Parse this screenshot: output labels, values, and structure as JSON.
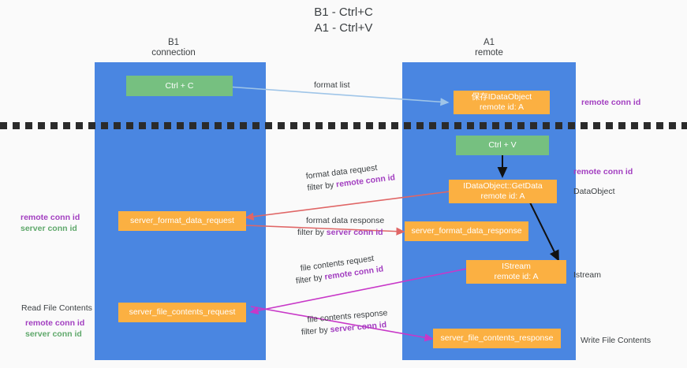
{
  "title": "B1 - Ctrl+C\nA1 - Ctrl+V",
  "colors": {
    "lane": "#4a86e1",
    "green_box": "#76c080",
    "orange_box": "#fbb042",
    "remote_conn_id": "#a23ec0",
    "server_conn_id": "#5fa86b",
    "divider": "#2b2b2b",
    "arrow_format_list": "#9fc5e8",
    "arrow_format_data": "#e06666",
    "arrow_file_contents": "#c838c8",
    "arrow_internal": "#000000",
    "background": "#fafafa"
  },
  "columns": [
    {
      "id": "b1",
      "header": "B1\nconnection"
    },
    {
      "id": "a1",
      "header": "A1\nremote"
    }
  ],
  "boxes": [
    {
      "id": "ctrl-c",
      "label": "Ctrl + C",
      "style": "green"
    },
    {
      "id": "save-idataobject",
      "label": "保存IDataObject\nremote id: A",
      "style": "orange"
    },
    {
      "id": "ctrl-v",
      "label": "Ctrl + V",
      "style": "green"
    },
    {
      "id": "idataobject-getdata",
      "label": "IDataObject::GetData\nremote id: A",
      "style": "orange"
    },
    {
      "id": "server-format-data-request",
      "label": "server_format_data_request",
      "style": "orange"
    },
    {
      "id": "server-format-data-response",
      "label": "server_format_data_response",
      "style": "orange"
    },
    {
      "id": "istream",
      "label": "IStream\nremote id: A",
      "style": "orange"
    },
    {
      "id": "server-file-contents-request",
      "label": "server_file_contents_request",
      "style": "orange"
    },
    {
      "id": "server-file-contents-response",
      "label": "server_file_contents_response",
      "style": "orange"
    }
  ],
  "edge_labels": [
    {
      "id": "format-list",
      "line1": "format list",
      "line2": "",
      "line2_hl": ""
    },
    {
      "id": "format-data-request",
      "line1": "format data request",
      "line2": "filter by ",
      "line2_hl": "remote conn id",
      "hl_color": "purple"
    },
    {
      "id": "format-data-response",
      "line1": "format data response",
      "line2": "filter by ",
      "line2_hl": "server conn id",
      "hl_color": "purple"
    },
    {
      "id": "file-contents-request",
      "line1": "file contents request",
      "line2": "filter by ",
      "line2_hl": "remote conn id",
      "hl_color": "purple"
    },
    {
      "id": "file-contents-response",
      "line1": "file contents response",
      "line2": "filter by ",
      "line2_hl": "server conn id",
      "hl_color": "purple"
    }
  ],
  "annotations": {
    "right_remote_conn_id_top": "remote conn id",
    "right_remote_conn_id_mid": "remote conn id",
    "right_dataobject": "DataObject",
    "right_istream": "Istream",
    "right_write_file_contents": "Write File Contents",
    "left_remote_conn_id": "remote conn id",
    "left_server_conn_id": "server conn id",
    "left_read_file_contents": "Read File Contents",
    "left_remote_conn_id_2": "remote conn id",
    "left_server_conn_id_2": "server conn id"
  }
}
